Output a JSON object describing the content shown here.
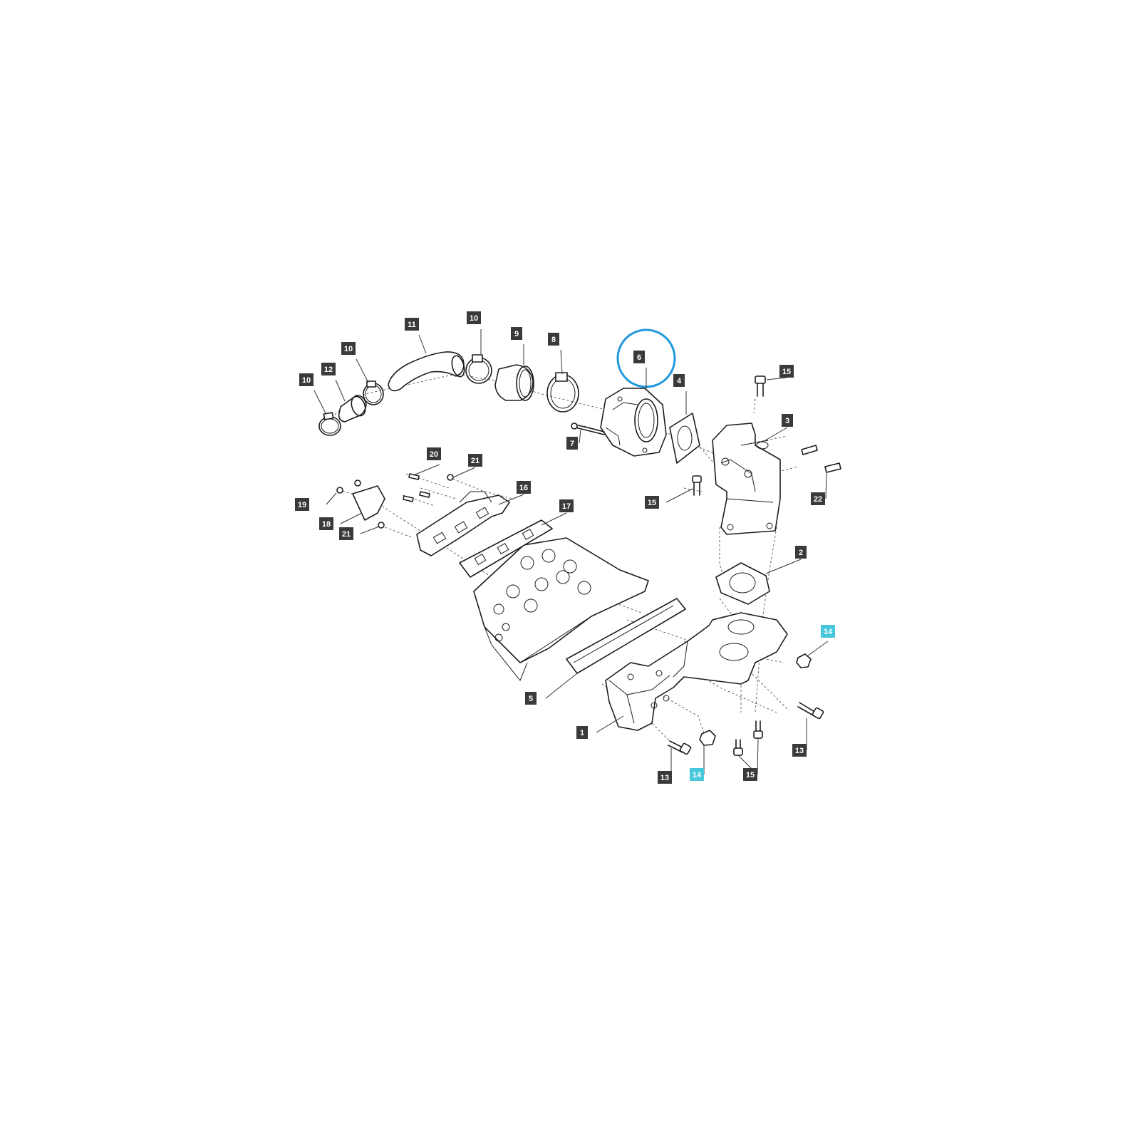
{
  "colors": {
    "callout_default": "#3a3a3a",
    "callout_highlight": "#46c7da",
    "selection_ring": "#2299dd",
    "line_art": "#1c1c1c"
  },
  "selected_part": "6",
  "callouts": [
    {
      "id": "c11",
      "label": "11"
    },
    {
      "id": "c10a",
      "label": "10"
    },
    {
      "id": "c9",
      "label": "9"
    },
    {
      "id": "c8",
      "label": "8"
    },
    {
      "id": "c6",
      "label": "6"
    },
    {
      "id": "c10b",
      "label": "10"
    },
    {
      "id": "c12",
      "label": "12"
    },
    {
      "id": "c10c",
      "label": "10"
    },
    {
      "id": "c15a",
      "label": "15"
    },
    {
      "id": "c4",
      "label": "4"
    },
    {
      "id": "c3",
      "label": "3"
    },
    {
      "id": "c7",
      "label": "7"
    },
    {
      "id": "c20",
      "label": "20"
    },
    {
      "id": "c21a",
      "label": "21"
    },
    {
      "id": "c16",
      "label": "16"
    },
    {
      "id": "c15b",
      "label": "15"
    },
    {
      "id": "c22",
      "label": "22"
    },
    {
      "id": "c19",
      "label": "19"
    },
    {
      "id": "c17",
      "label": "17"
    },
    {
      "id": "c18",
      "label": "18"
    },
    {
      "id": "c21b",
      "label": "21"
    },
    {
      "id": "c2",
      "label": "2"
    },
    {
      "id": "c14a",
      "label": "14",
      "highlight": true
    },
    {
      "id": "c5",
      "label": "5"
    },
    {
      "id": "c1",
      "label": "1"
    },
    {
      "id": "c13a",
      "label": "13"
    },
    {
      "id": "c13b",
      "label": "13"
    },
    {
      "id": "c14b",
      "label": "14",
      "highlight": true
    },
    {
      "id": "c15c",
      "label": "15"
    }
  ]
}
